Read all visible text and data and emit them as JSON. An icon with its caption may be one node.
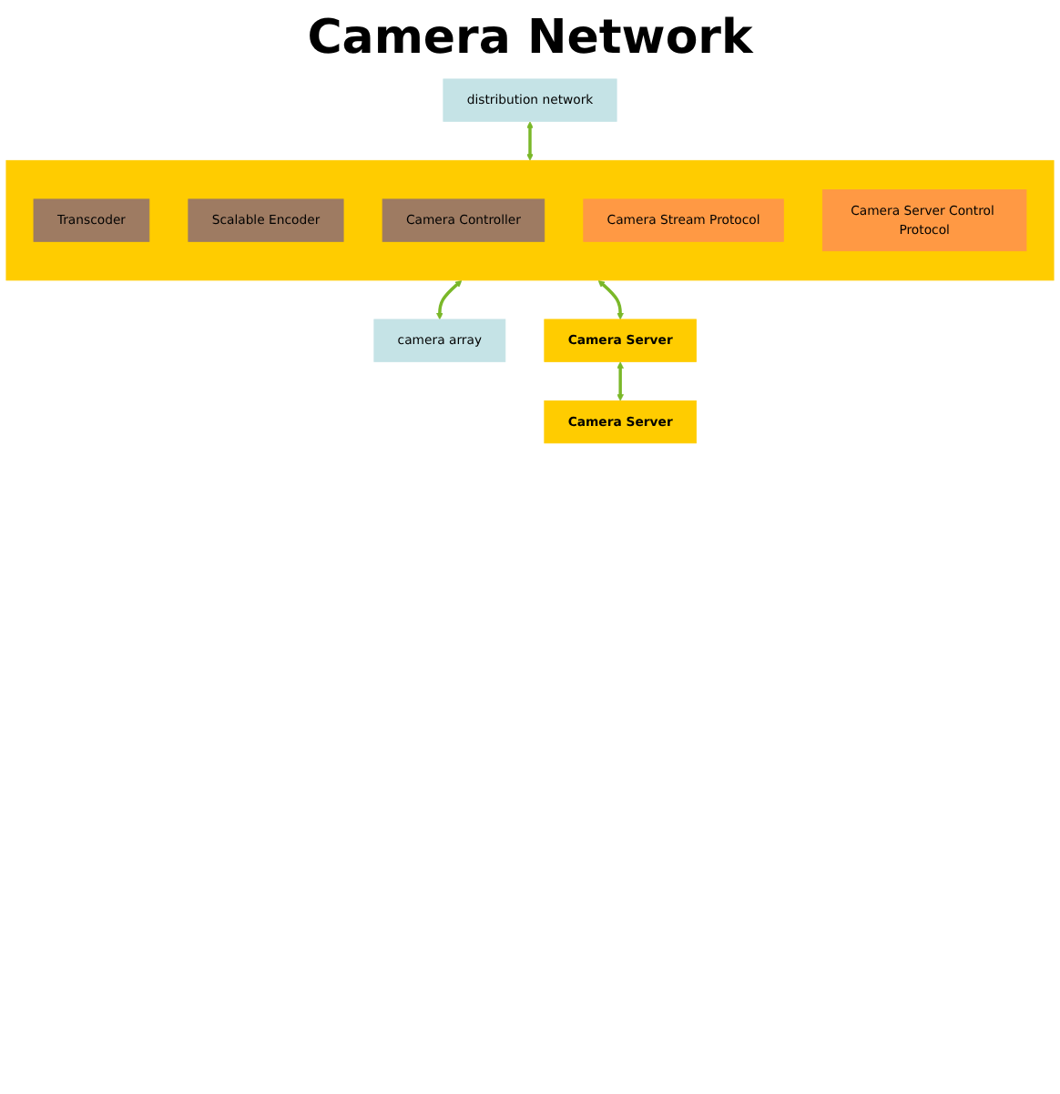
{
  "diagram": {
    "title": "Camera Network",
    "nodes": [
      {
        "text": [
          "distribution network"
        ]
      },
      {
        "text": [],
        "shape": "box"
      },
      {
        "text": [
          "Transcoder"
        ],
        "in": 1
      },
      {
        "text": [
          "Scalable Encoder"
        ],
        "in": 1
      },
      {
        "text": [
          "Camera Controller"
        ],
        "in": 1
      },
      {
        "text": [
          "Camera Stream Protocol"
        ],
        "in": 1
      },
      {
        "text": [
          "Camera Server Control Protocol"
        ],
        "in": 1
      },
      {
        "text": [
          "camera array"
        ]
      },
      {
        "text": [
          "Camera Server"
        ]
      },
      {
        "text": [
          "Camera Server"
        ]
      }
    ],
    "edges": [
      {
        "from": 0,
        "to": 1,
        "arrow": "both"
      },
      {
        "from": 1,
        "to": 7,
        "arrow": "both"
      },
      {
        "from": 1,
        "to": 8,
        "arrow": "both"
      },
      {
        "from": 8,
        "to": 9,
        "arrow": "both"
      }
    ]
  }
}
